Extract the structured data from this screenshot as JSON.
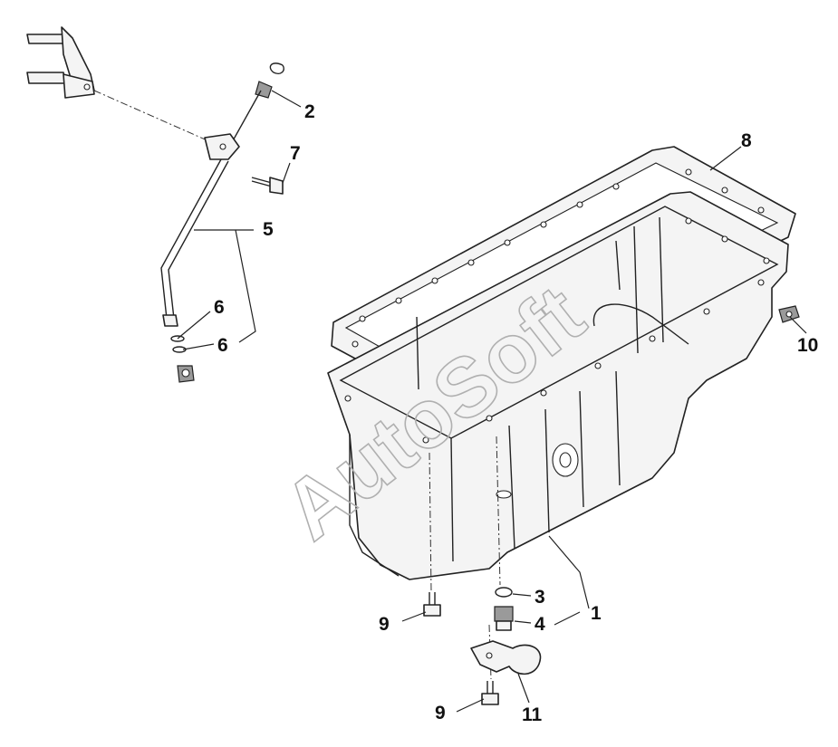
{
  "callouts": {
    "c1": "1",
    "c2": "2",
    "c3": "3",
    "c4": "4",
    "c5": "5",
    "c6a": "6",
    "c6b": "6",
    "c7": "7",
    "c8": "8",
    "c9a": "9",
    "c9b": "9",
    "c10": "10",
    "c11": "11"
  },
  "watermark": "AutoSoft"
}
